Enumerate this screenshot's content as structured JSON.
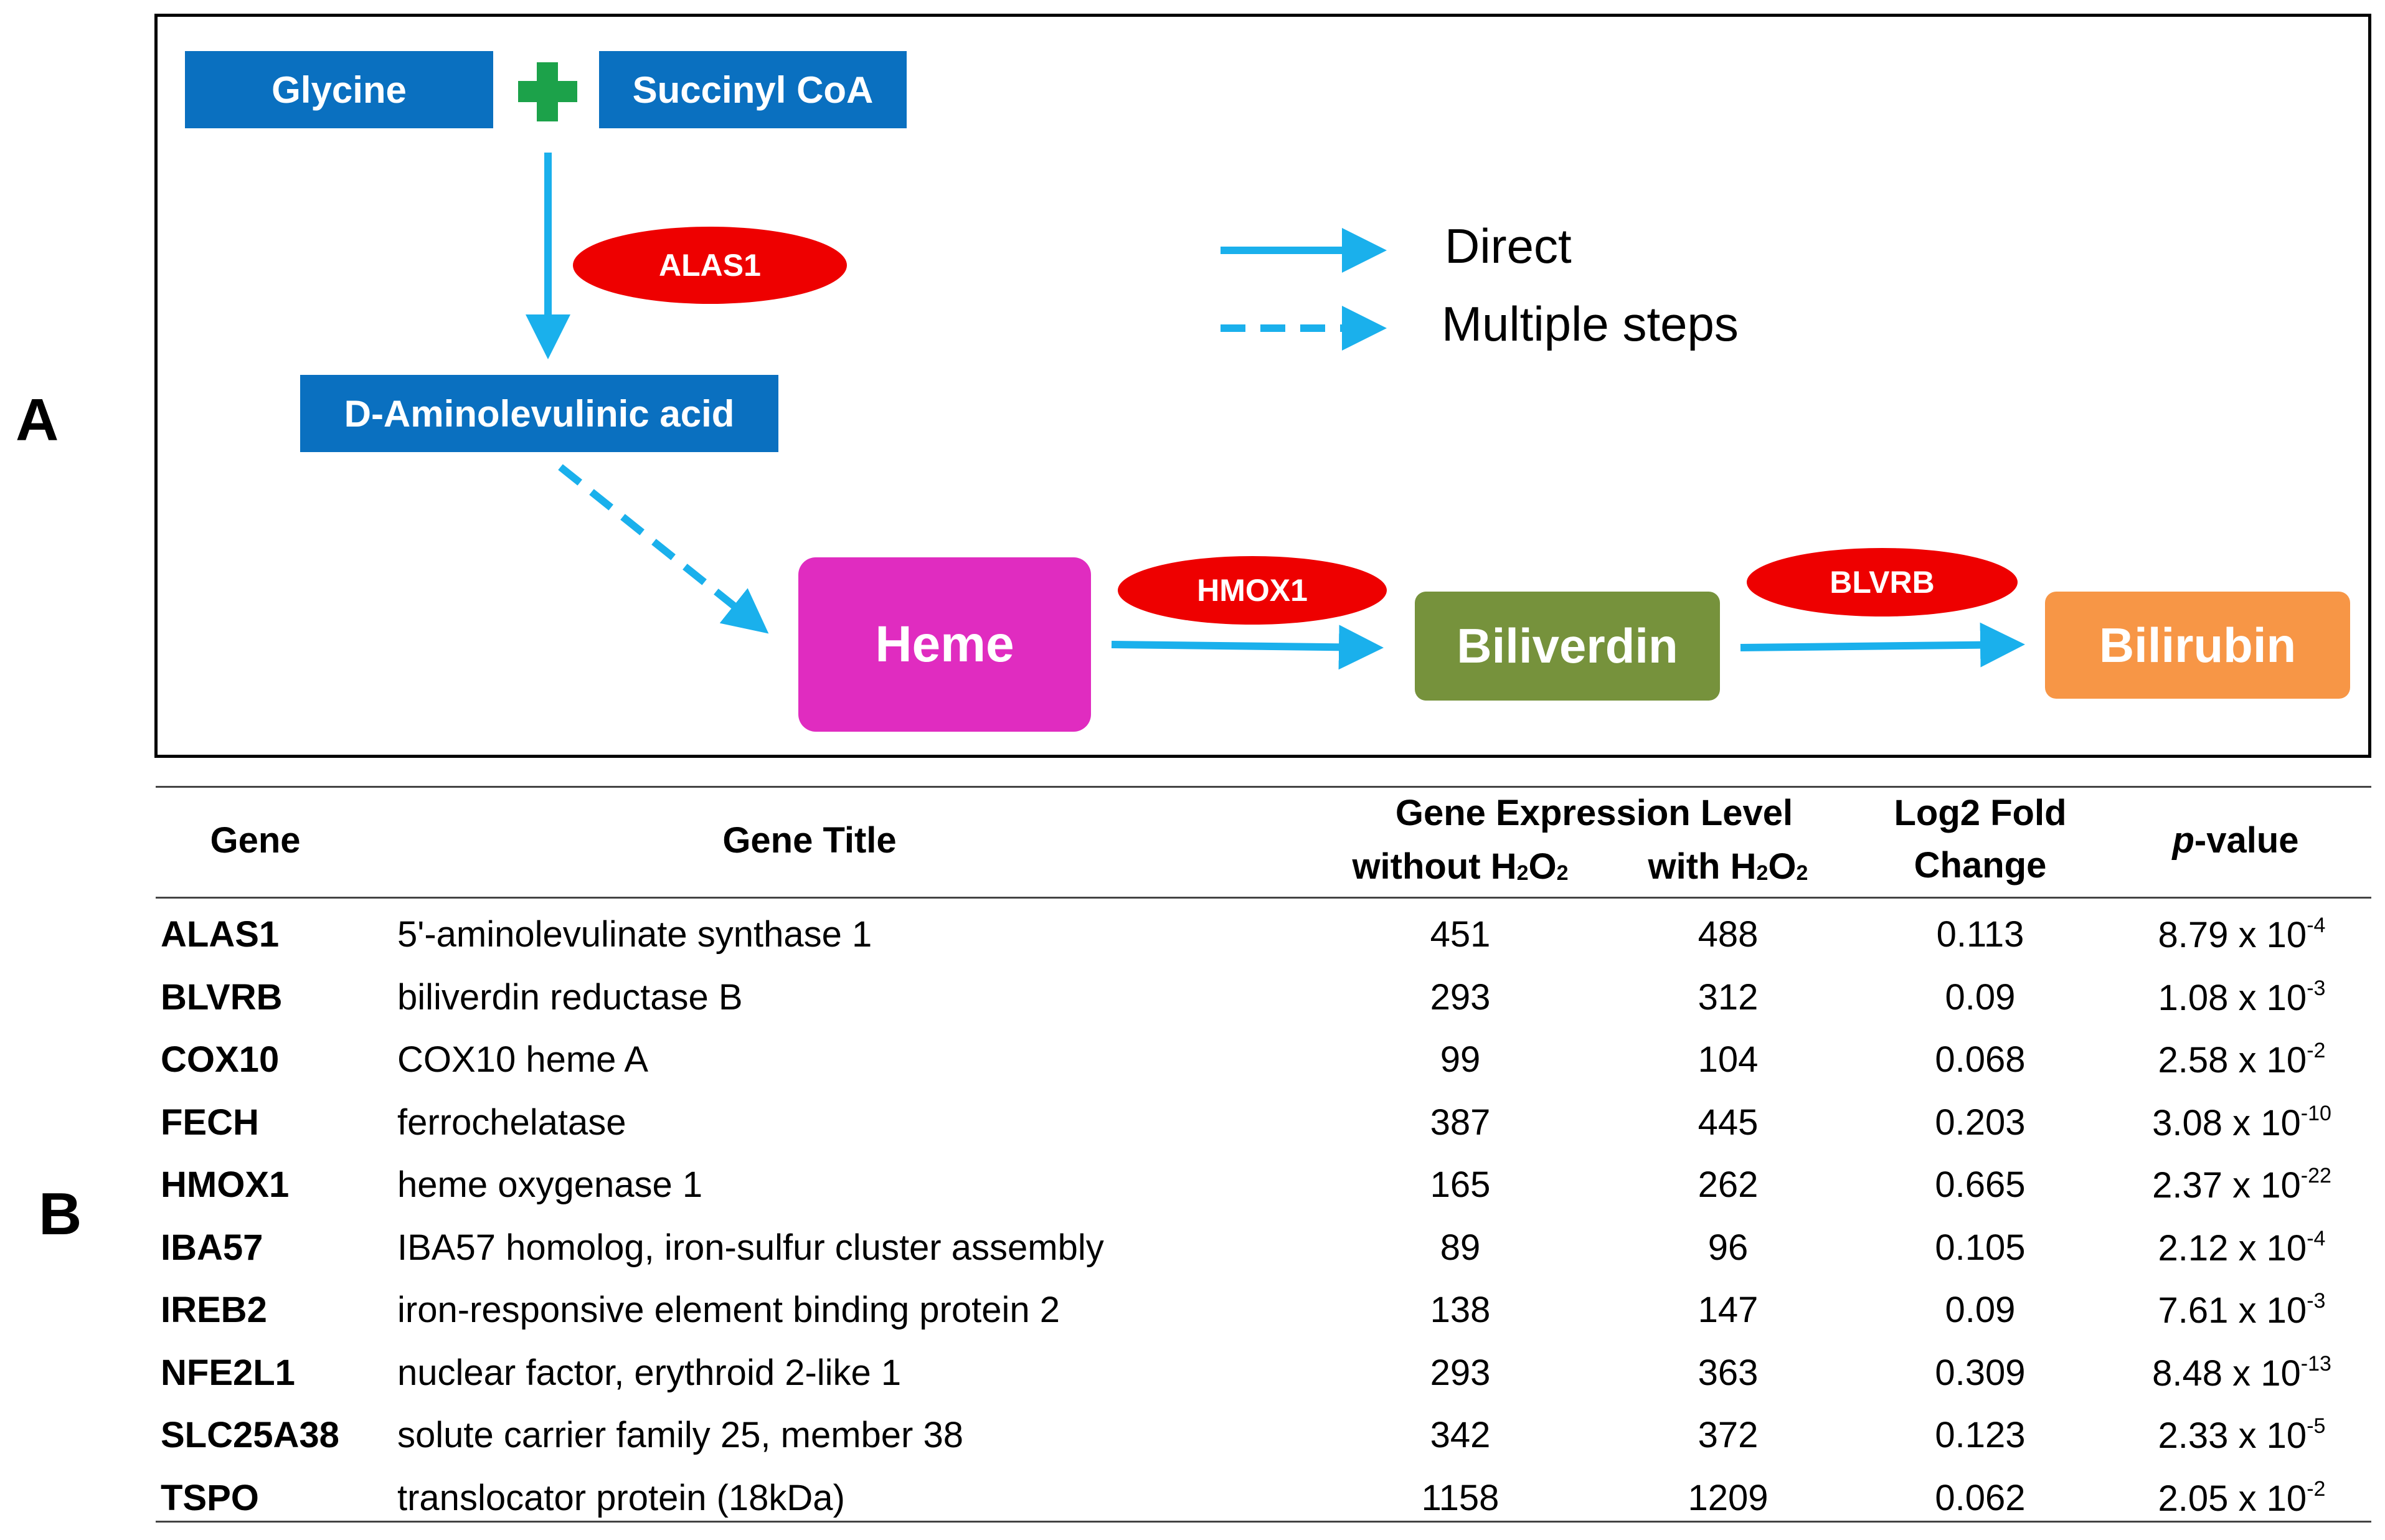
{
  "panels": {
    "a": "A",
    "b": "B"
  },
  "pathway": {
    "glycine": "Glycine",
    "succinyl_coa": "Succinyl CoA",
    "ala": "D-Aminolevulinic acid",
    "heme": "Heme",
    "biliverdin": "Biliverdin",
    "bilirubin": "Bilirubin",
    "enzymes": {
      "alas1": "ALAS1",
      "hmox1": "HMOX1",
      "blvrb": "BLVRB"
    },
    "legend": {
      "direct": "Direct",
      "multiple": "Multiple steps"
    },
    "colors": {
      "substrate": "#0a70c0",
      "heme": "#e02cc0",
      "biliverdin": "#76923c",
      "bilirubin": "#f79646",
      "enzyme": "#ee0000",
      "arrow": "#1ab0ec",
      "plus": "#1ca24a"
    }
  },
  "table": {
    "headers": {
      "gene": "Gene",
      "title": "Gene Title",
      "expr": "Gene Expression Level",
      "without_pre": "without H",
      "with_pre": "with H",
      "sub2": "2",
      "o": "O",
      "log2_line1": "Log2 Fold",
      "log2_line2": "Change",
      "p_italic": "p",
      "p_rest": "-value"
    },
    "times": "x 10",
    "rows": [
      {
        "gene": "ALAS1",
        "title": "5'-aminolevulinate synthase 1",
        "without": "451",
        "with": "488",
        "log2": "0.113",
        "p_mant": "8.79",
        "p_exp": "-4"
      },
      {
        "gene": "BLVRB",
        "title": "biliverdin reductase B",
        "without": "293",
        "with": "312",
        "log2": "0.09",
        "p_mant": "1.08",
        "p_exp": "-3"
      },
      {
        "gene": "COX10",
        "title": "COX10 heme A",
        "without": "99",
        "with": "104",
        "log2": "0.068",
        "p_mant": "2.58",
        "p_exp": "-2"
      },
      {
        "gene": "FECH",
        "title": "ferrochelatase",
        "without": "387",
        "with": "445",
        "log2": "0.203",
        "p_mant": "3.08",
        "p_exp": "-10"
      },
      {
        "gene": "HMOX1",
        "title": "heme oxygenase 1",
        "without": "165",
        "with": "262",
        "log2": "0.665",
        "p_mant": "2.37",
        "p_exp": "-22"
      },
      {
        "gene": "IBA57",
        "title": "IBA57 homolog, iron-sulfur cluster assembly",
        "without": "89",
        "with": "96",
        "log2": "0.105",
        "p_mant": "2.12",
        "p_exp": "-4"
      },
      {
        "gene": "IREB2",
        "title": "iron-responsive element binding protein 2",
        "without": "138",
        "with": "147",
        "log2": "0.09",
        "p_mant": "7.61",
        "p_exp": "-3"
      },
      {
        "gene": "NFE2L1",
        "title": "nuclear factor, erythroid 2-like 1",
        "without": "293",
        "with": "363",
        "log2": "0.309",
        "p_mant": "8.48",
        "p_exp": "-13"
      },
      {
        "gene": "SLC25A38",
        "title": "solute carrier family 25, member 38",
        "without": "342",
        "with": "372",
        "log2": "0.123",
        "p_mant": "2.33",
        "p_exp": "-5"
      },
      {
        "gene": "TSPO",
        "title": "translocator protein (18kDa)",
        "without": "1158",
        "with": "1209",
        "log2": "0.062",
        "p_mant": "2.05",
        "p_exp": "-2"
      }
    ]
  }
}
